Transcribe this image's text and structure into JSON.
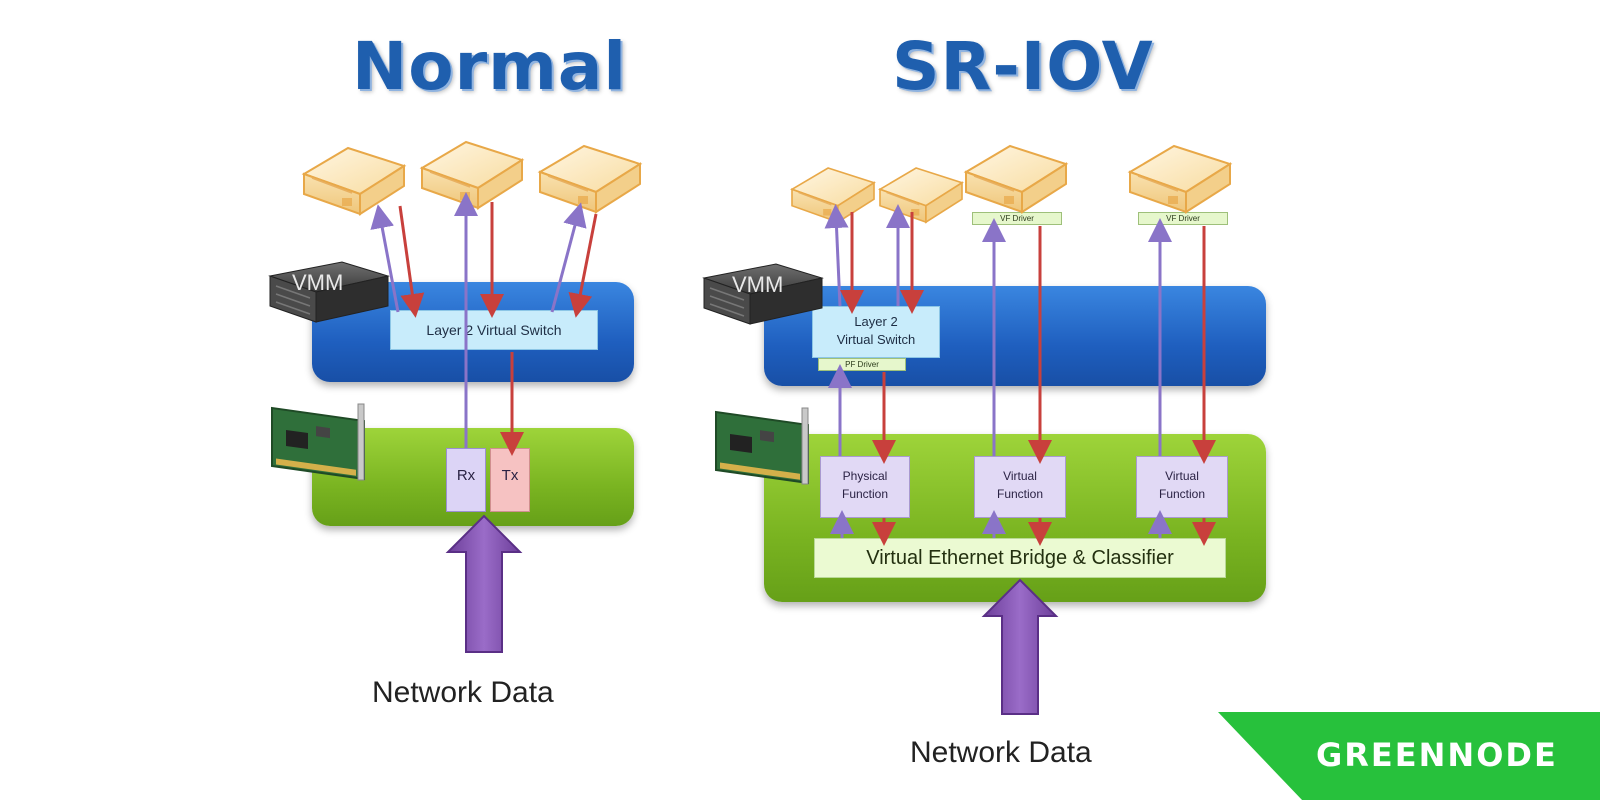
{
  "normal": {
    "title": "Normal",
    "vmm_label": "VMM",
    "switch_label": "Layer 2 Virtual Switch",
    "rx_label": "Rx",
    "tx_label": "Tx",
    "network_label": "Network Data"
  },
  "sriov": {
    "title": "SR-IOV",
    "vmm_label": "VMM",
    "switch_line1": "Layer 2",
    "switch_line2": "Virtual Switch",
    "pf_driver_label": "PF Driver",
    "vf_driver_labels": [
      "VF Driver",
      "VF Driver"
    ],
    "physical_function_line1": "Physical",
    "virtual_function_line1": "Virtual",
    "function_line2": "Function",
    "bridge_label": "Virtual Ethernet Bridge & Classifier",
    "network_label": "Network Data"
  },
  "brand": {
    "name": "GREENNODE"
  },
  "colors": {
    "title_blue": "#1f5fae",
    "vmm_band": "#1f5fbf",
    "nic_band": "#7ab421",
    "receive_arrow": "#8a74c8",
    "transmit_arrow": "#c8403c",
    "brand_green": "#27c13c"
  }
}
